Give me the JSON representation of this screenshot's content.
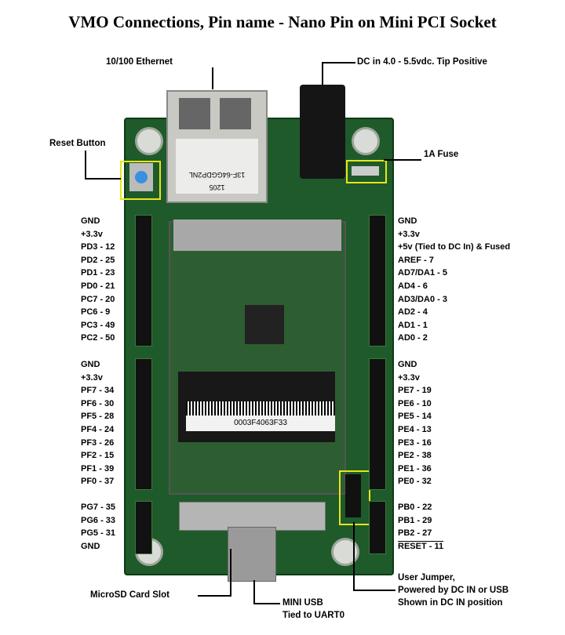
{
  "title": "VMO Connections, Pin name - Nano Pin on Mini PCI Socket",
  "callouts": {
    "ethernet": "10/100 Ethernet",
    "dc_in": "DC in 4.0 - 5.5vdc. Tip Positive",
    "reset": "Reset Button",
    "fuse": "1A Fuse",
    "microsd": "MicroSD Card Slot",
    "mini_usb_1": "MINI USB",
    "mini_usb_2": "Tied to UART0",
    "jumper_1": "User Jumper,",
    "jumper_2": "Powered by DC IN or USB",
    "jumper_3": "Shown in DC IN position"
  },
  "board": {
    "jack_text_1": "13F-64GGDP2NL",
    "jack_text_2": "1205",
    "module_label": "0003F4063F33"
  },
  "left_pins": {
    "group1": [
      "GND",
      "+3.3v",
      "PD3 - 12",
      "PD2 - 25",
      "PD1 - 23",
      "PD0 - 21",
      "PC7 - 20",
      "PC6 -   9",
      "PC3 - 49",
      "PC2 - 50"
    ],
    "group2": [
      "GND",
      "+3.3v",
      "PF7 - 34",
      "PF6 - 30",
      "PF5 - 28",
      "PF4 - 24",
      "PF3 - 26",
      "PF2 - 15",
      "PF1 - 39",
      "PF0 - 37"
    ],
    "group3": [
      "PG7 - 35",
      "PG6 - 33",
      "PG5 - 31",
      "GND"
    ]
  },
  "right_pins": {
    "group1": [
      "GND",
      "+3.3v",
      "+5v (Tied to DC In) & Fused",
      "AREF - 7",
      "AD7/DA1 - 5",
      "AD4 - 6",
      "AD3/DA0 - 3",
      "AD2 - 4",
      "AD1 - 1",
      "AD0 - 2"
    ],
    "group2": [
      "GND",
      "+3.3v",
      "PE7 - 19",
      "PE6 - 10",
      "PE5 - 14",
      "PE4 - 13",
      "PE3 - 16",
      "PE2 - 38",
      "PE1 - 36",
      "PE0 - 32"
    ],
    "group3": [
      "PB0 - 22",
      "PB1 - 29",
      "PB2 - 27",
      "RESET - 11"
    ]
  },
  "colors": {
    "pcb": "#1f5a2a",
    "highlight": "#e6e61a"
  }
}
